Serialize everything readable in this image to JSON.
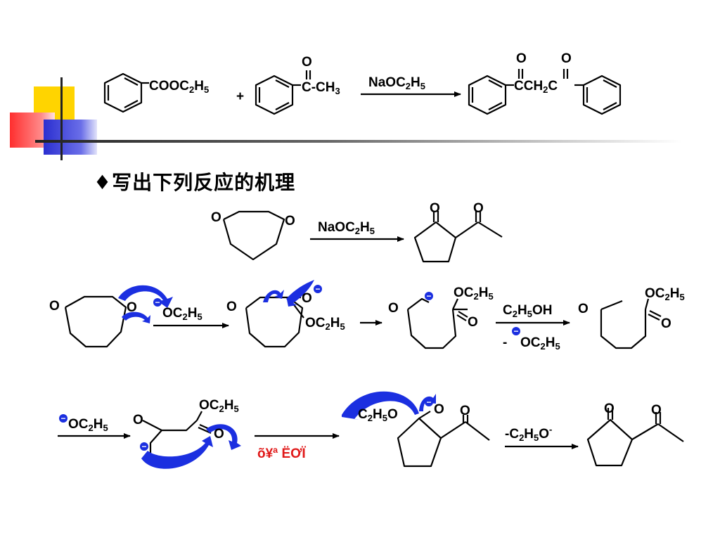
{
  "slide": {
    "title": "♦写出下列反应的机理"
  },
  "top_reaction": {
    "reactant1_sub": "COOC",
    "reactant1_2": "2",
    "reactant1_H": "H",
    "reactant1_5": "5",
    "plus": "+",
    "o_label": "O",
    "reactant2_text": "C-CH",
    "reactant2_3": "3",
    "reagent_na": "NaOC",
    "reagent_2": "2",
    "reagent_h": "H",
    "reagent_5": "5",
    "product_mid": "CCH",
    "product_2": "2",
    "product_c": "C"
  },
  "reaction2": {
    "o_label": "O",
    "reagent_na": "NaOC",
    "reagent_2": "2",
    "reagent_h": "H",
    "reagent_5": "5"
  },
  "mechanism_row1": {
    "o_label": "O",
    "minus": "−",
    "ethoxide": "OC",
    "e_2": "2",
    "e_h": "H",
    "e_5": "5",
    "ester": "OC",
    "c2h5oh_c": "C",
    "c2h5oh_2": "2",
    "c2h5oh_h": "H",
    "c2h5oh_5": "5",
    "c2h5oh_oh": "OH",
    "dash": "-",
    "arrow_short": "→"
  },
  "mechanism_row2": {
    "o_label": "O",
    "minus": "−",
    "ethoxide": "OC",
    "e_2": "2",
    "e_h": "H",
    "e_5": "5",
    "c2h5o_c": "C",
    "c2h5o_o": "O",
    "garbled_label": "õ¥ª ËƠÏ",
    "leaving_prefix": "-C",
    "leaving_2": "2",
    "leaving_h": "H",
    "leaving_5": "5",
    "leaving_o": "O",
    "leaving_sup": "-"
  },
  "colors": {
    "arrow_blue": "#1b2fe0",
    "label_red": "#e01818",
    "deco_yellow": "#ffd400",
    "deco_red": "#ff4a4a",
    "deco_blue": "#3a3fd8"
  }
}
